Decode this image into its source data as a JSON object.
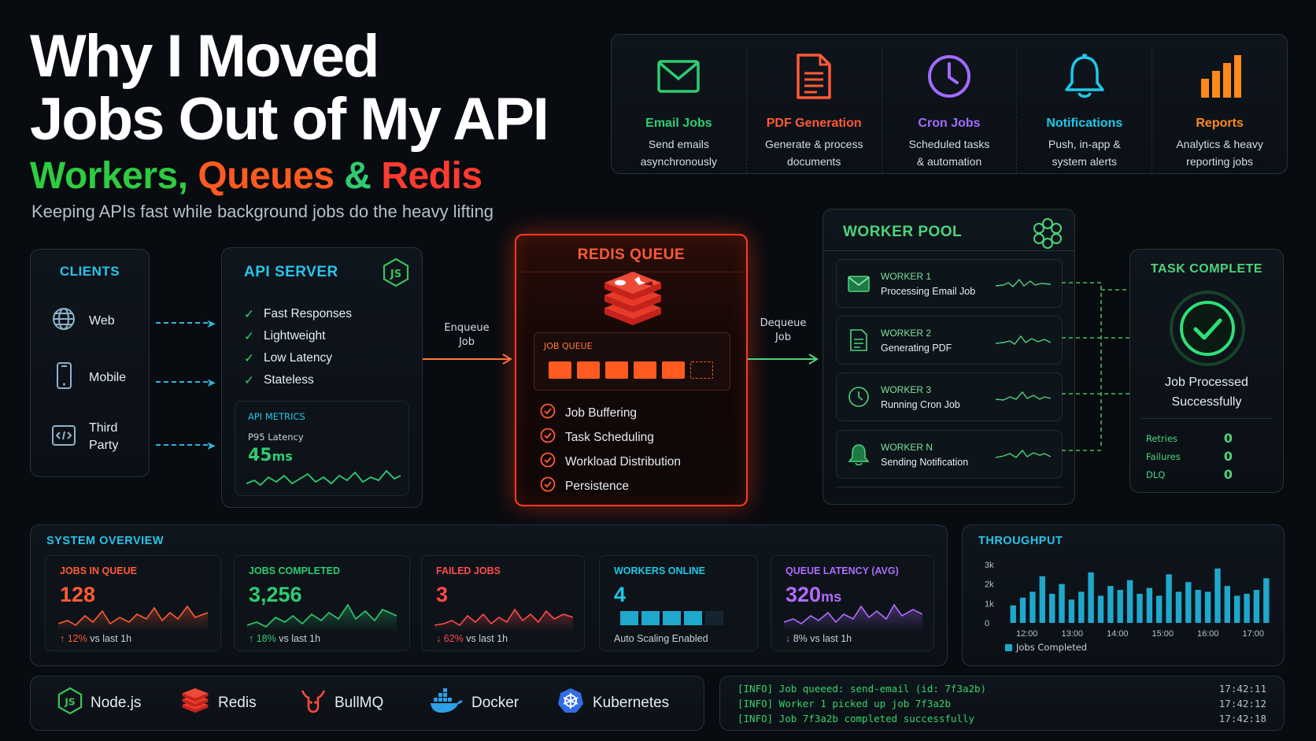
{
  "header": {
    "title_line1": "Why I Moved",
    "title_line2": "Jobs Out of My API",
    "sub_workers": "Workers,",
    "sub_queues": "Queues",
    "sub_amp": "&",
    "sub_redis": "Redis",
    "tagline": "Keeping APIs fast while background jobs do the heavy lifting"
  },
  "features": [
    {
      "name": "Email Jobs",
      "line1": "Send emails",
      "line2": "asynchronously",
      "color": "#2ecc71",
      "icon": "envelope-icon"
    },
    {
      "name": "PDF Generation",
      "line1": "Generate & process",
      "line2": "documents",
      "color": "#ff5a36",
      "icon": "document-icon"
    },
    {
      "name": "Cron Jobs",
      "line1": "Scheduled tasks",
      "line2": "& automation",
      "color": "#a26bff",
      "icon": "clock-icon"
    },
    {
      "name": "Notifications",
      "line1": "Push, in-app &",
      "line2": "system alerts",
      "color": "#1fc8e8",
      "icon": "bell-icon"
    },
    {
      "name": "Reports",
      "line1": "Analytics & heavy",
      "line2": "reporting jobs",
      "color": "#ff8a1a",
      "icon": "bar-chart-icon"
    }
  ],
  "clients": {
    "title": "CLIENTS",
    "items": [
      {
        "label": "Web",
        "icon": "globe-icon"
      },
      {
        "label": "Mobile",
        "icon": "phone-icon"
      },
      {
        "label_line1": "Third",
        "label_line2": "Party",
        "icon": "code-icon"
      }
    ]
  },
  "api": {
    "title": "API SERVER",
    "features": [
      "Fast Responses",
      "Lightweight",
      "Low Latency",
      "Stateless"
    ],
    "metrics_label": "API METRICS",
    "p95_label": "P95 Latency",
    "p95_value": "45",
    "p95_unit": "ms"
  },
  "enqueue": {
    "line1": "Enqueue",
    "line2": "Job"
  },
  "dequeue": {
    "line1": "Dequeue",
    "line2": "Job"
  },
  "redis": {
    "title": "REDIS QUEUE",
    "queue_label": "JOB QUEUE",
    "queue_filled": 5,
    "queue_slots": 6,
    "features": [
      "Job Buffering",
      "Task Scheduling",
      "Workload Distribution",
      "Persistence"
    ]
  },
  "workers": {
    "title": "WORKER POOL",
    "items": [
      {
        "name": "WORKER 1",
        "status": "Processing Email Job",
        "icon": "envelope-icon"
      },
      {
        "name": "WORKER 2",
        "status": "Generating PDF",
        "icon": "document-icon"
      },
      {
        "name": "WORKER 3",
        "status": "Running Cron Job",
        "icon": "clock-icon"
      },
      {
        "name": "WORKER N",
        "status": "Sending Notification",
        "icon": "bell-icon"
      }
    ]
  },
  "task": {
    "title": "TASK COMPLETE",
    "line1": "Job Processed",
    "line2": "Successfully",
    "stats": [
      {
        "label": "Retries",
        "value": "0"
      },
      {
        "label": "Failures",
        "value": "0"
      },
      {
        "label": "DLQ",
        "value": "0"
      }
    ]
  },
  "overview": {
    "title": "SYSTEM OVERVIEW",
    "cards": [
      {
        "label": "JOBS IN QUEUE",
        "value": "128",
        "trend_arrow": "↑",
        "trend_pct": "12%",
        "trend_text": "vs last 1h",
        "color": "#ff5a36"
      },
      {
        "label": "JOBS COMPLETED",
        "value": "3,256",
        "trend_arrow": "↑",
        "trend_pct": "18%",
        "trend_text": "vs last 1h",
        "color": "#2ecc71"
      },
      {
        "label": "FAILED JOBS",
        "value": "3",
        "trend_arrow": "↓",
        "trend_pct": "62%",
        "trend_text": "vs last 1h",
        "color": "#ff4a4a"
      },
      {
        "label": "WORKERS ONLINE",
        "value": "4",
        "footer": "Auto Scaling Enabled",
        "color": "#1fc8e8",
        "bars_active": 4,
        "bars_total": 5
      },
      {
        "label": "QUEUE LATENCY (AVG)",
        "value": "320",
        "unit": "ms",
        "trend_arrow": "↓",
        "trend_pct": "8%",
        "trend_text": "vs last 1h",
        "color": "#b06bff"
      }
    ]
  },
  "throughput": {
    "title": "THROUGHPUT",
    "legend": "Jobs Completed",
    "color": "#1fa8cc"
  },
  "chart_data": {
    "type": "bar",
    "title": "THROUGHPUT",
    "y_ticks": [
      "3k",
      "2k",
      "1k",
      "0"
    ],
    "x_ticks": [
      "12:00",
      "13:00",
      "14:00",
      "15:00",
      "16:00",
      "17:00"
    ],
    "ylim": [
      0,
      3000
    ],
    "series": [
      {
        "name": "Jobs Completed",
        "values": [
          900,
          1300,
          1600,
          2400,
          1500,
          2000,
          1200,
          1600,
          2600,
          1400,
          1900,
          1700,
          2200,
          1500,
          1800,
          1400,
          2500,
          1600,
          2100,
          1700,
          1600,
          2800,
          1900,
          1400,
          1500,
          1700,
          2300
        ]
      }
    ]
  },
  "tech": {
    "items": [
      {
        "label": "Node.js",
        "icon": "nodejs-icon"
      },
      {
        "label": "Redis",
        "icon": "redis-icon"
      },
      {
        "label": "BullMQ",
        "icon": "bullmq-icon"
      },
      {
        "label": "Docker",
        "icon": "docker-icon"
      },
      {
        "label": "Kubernetes",
        "icon": "kubernetes-icon"
      }
    ]
  },
  "logs": [
    {
      "text": "[INFO] Job queeed: send-email (id: 7f3a2b)",
      "time": "17:42:11"
    },
    {
      "text": "[INFO] Worker 1 picked up job 7f3a2b",
      "time": "17:42:12"
    },
    {
      "text": "[INFO] Job 7f3a2b completed successfully",
      "time": "17:42:18"
    }
  ]
}
